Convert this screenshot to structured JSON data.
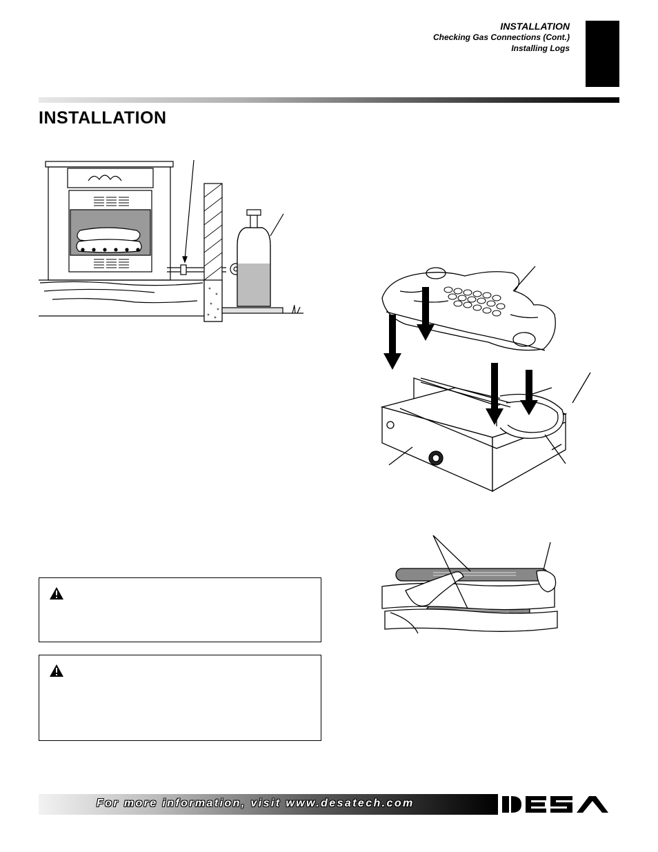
{
  "header": {
    "section": "INSTALLATION",
    "topics": [
      "Checking Gas Connections (Cont.)",
      "Installing Logs"
    ]
  },
  "page_title": "INSTALLATION",
  "figures": {
    "gas_connection": {
      "icons": [
        "fireplace-icon",
        "propane-tank-icon",
        "wall-icon"
      ]
    },
    "log_installation": {
      "icons": [
        "log-set-icon",
        "burner-base-icon",
        "down-arrow-icon"
      ]
    },
    "log_detail": {
      "icons": [
        "burner-tube-icon",
        "log-icon"
      ]
    }
  },
  "warnings": [
    {
      "icon": "warning-triangle-icon"
    },
    {
      "icon": "warning-triangle-icon"
    }
  ],
  "footer": {
    "text": "For more information, visit www.desatech.com",
    "logo": "DESA"
  }
}
